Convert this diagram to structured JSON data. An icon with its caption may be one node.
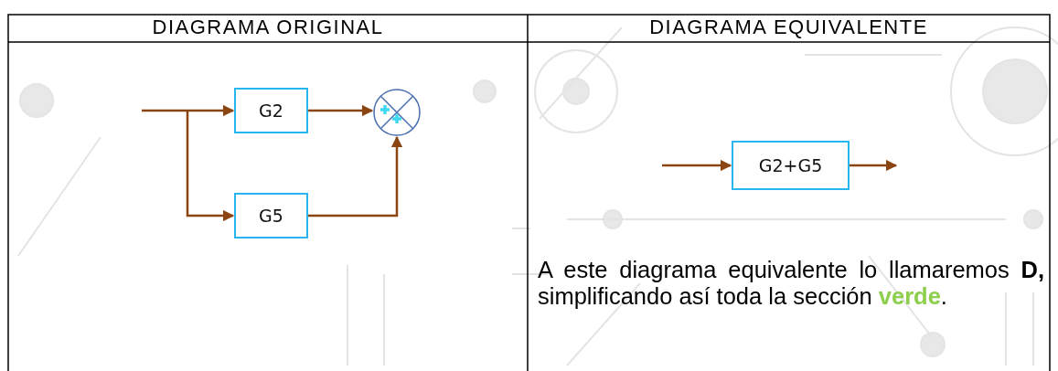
{
  "diagram": {
    "nodes": [
      {
        "text": [
          "G2"
        ]
      },
      {
        "text": [
          "G5"
        ]
      },
      {
        "text": [],
        "shape": "circle"
      },
      {
        "text": [
          "G2+G5"
        ]
      }
    ],
    "edges": [
      {
        "from": null,
        "to": 0,
        "arrow": "to"
      },
      {
        "from": null,
        "to": 1,
        "arrow": "to"
      },
      {
        "from": 0,
        "to": 2,
        "arrow": "to"
      },
      {
        "from": 1,
        "to": 2,
        "arrow": "to"
      },
      {
        "from": null,
        "to": 3,
        "arrow": "to"
      },
      {
        "from": 3,
        "to": null,
        "arrow": "to"
      }
    ],
    "labels": [
      "DIAGRAMA ORIGINAL",
      "DIAGRAMA EQUIVALENTE",
      "A este diagrama equivalente lo llamaremos **D,** simplificando así toda la sección **verde**."
    ]
  }
}
